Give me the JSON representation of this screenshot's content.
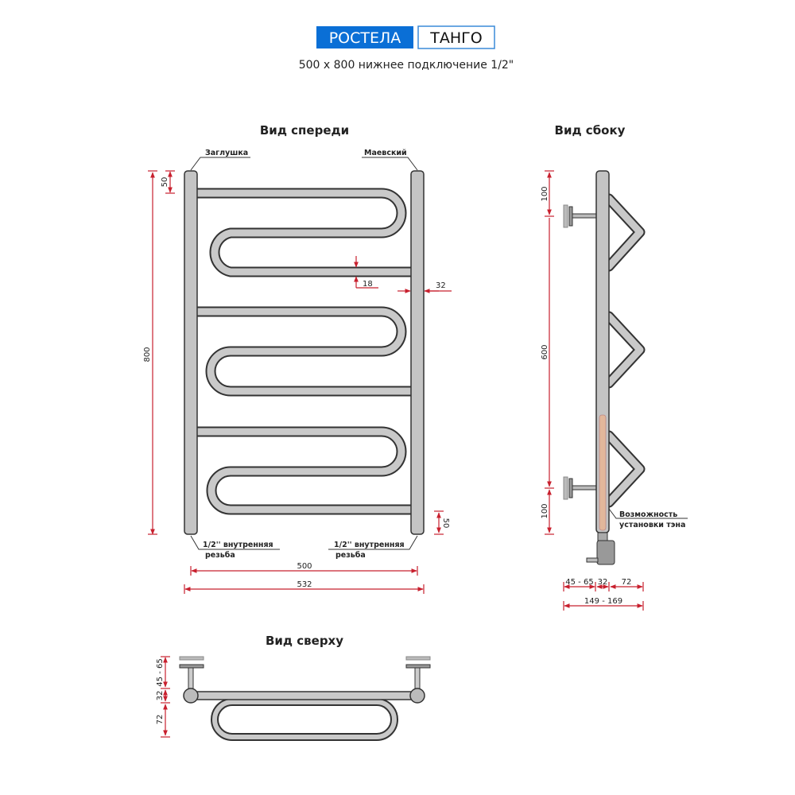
{
  "header": {
    "brand": "РОСТЕЛА",
    "model": "ТАНГО",
    "subtitle": "500 x 800 нижнее подключение 1/2\"",
    "brand_color": "#0a6fd6"
  },
  "front_view": {
    "title": "Вид спереди",
    "labels": {
      "plug": "Заглушка",
      "mayevsky": "Маевский",
      "thread_left_1": "1/2'' внутренняя",
      "thread_left_2": "резьба",
      "thread_right_1": "1/2'' внутренняя",
      "thread_right_2": "резьба"
    },
    "dims": {
      "height": "800",
      "top_offset": "50",
      "tube": "18",
      "riser": "32",
      "bottom_offset": "50",
      "axis_width": "500",
      "total_width": "532"
    }
  },
  "side_view": {
    "title": "Вид сбоку",
    "labels": {
      "heater_1": "Возможность",
      "heater_2": "установки тэна"
    },
    "dims": {
      "top": "100",
      "middle": "600",
      "bottom": "100",
      "wall": "45 - 65",
      "riser": "32",
      "depth": "72",
      "total": "149 - 169"
    }
  },
  "top_view": {
    "title": "Вид сверху",
    "dims": {
      "wall": "45 - 65",
      "riser": "32",
      "depth": "72"
    }
  }
}
